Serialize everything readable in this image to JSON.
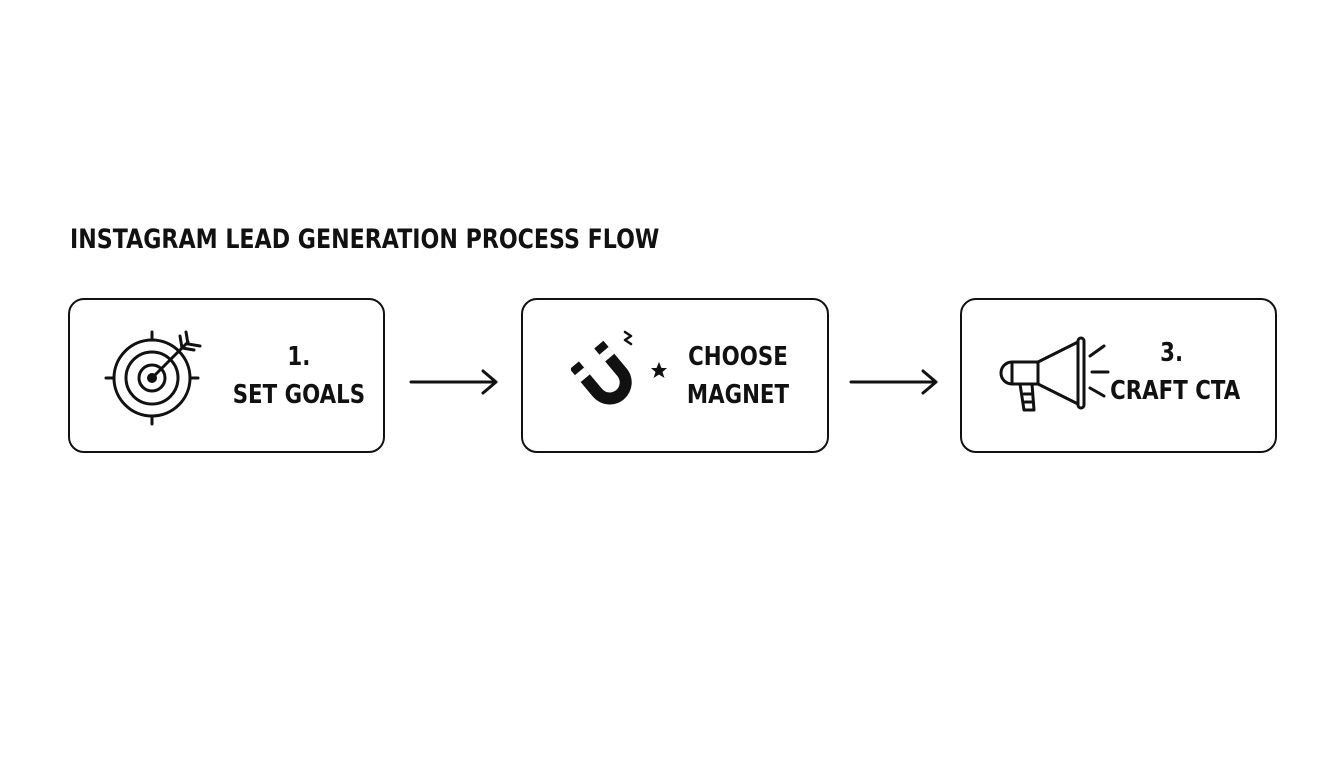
{
  "title": "INSTAGRAM LEAD GENERATION PROCESS FLOW",
  "steps": [
    {
      "number": "1.",
      "label": "SET GOALS",
      "icon": "target-icon"
    },
    {
      "number": "",
      "label_line1": "CHOOSE",
      "label_line2": "MAGNET",
      "icon": "magnet-icon"
    },
    {
      "number": "3.",
      "label": "CRAFT CTA",
      "icon": "megaphone-icon"
    }
  ],
  "connector_icon": "arrow-right-icon",
  "colors": {
    "stroke": "#111111",
    "background": "#ffffff"
  }
}
